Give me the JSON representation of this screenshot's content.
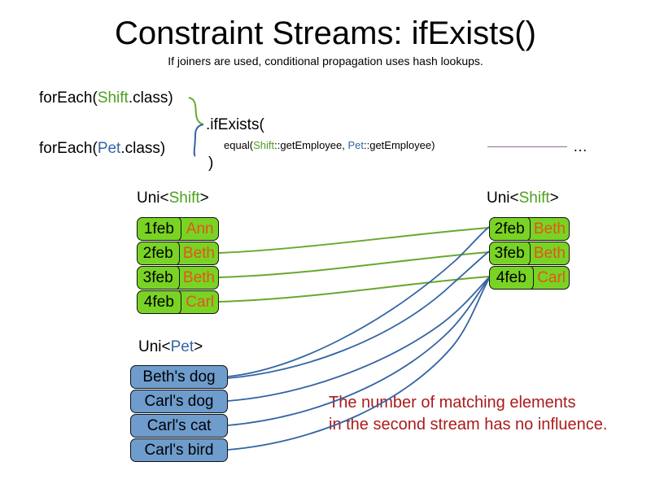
{
  "slide": {
    "title": "Constraint Streams: ifExists()",
    "subtitle": "If joiners are used, conditional propagation uses hash lookups."
  },
  "code": {
    "foreach_shift_prefix": "forEach(",
    "foreach_shift_type": "Shift",
    "foreach_shift_suffix": ".class)",
    "foreach_pet_prefix": "forEach(",
    "foreach_pet_type": "Pet",
    "foreach_pet_suffix": ".class)",
    "ifexists_open": ".ifExists(",
    "equal_prefix": "equal(",
    "equal_shift_type": "Shift",
    "equal_shift_method": "::getEmployee, ",
    "equal_pet_type": "Pet",
    "equal_pet_method": "::getEmployee)",
    "close_paren": ")",
    "ellipsis": "…"
  },
  "streams": {
    "shift_left": {
      "label_prefix": "Uni<",
      "label_type": "Shift",
      "label_suffix": ">",
      "rows": [
        {
          "date": "1feb",
          "name": "Ann"
        },
        {
          "date": "2feb",
          "name": "Beth"
        },
        {
          "date": "3feb",
          "name": "Beth"
        },
        {
          "date": "4feb",
          "name": "Carl"
        }
      ]
    },
    "shift_right": {
      "label_prefix": "Uni<",
      "label_type": "Shift",
      "label_suffix": ">",
      "rows": [
        {
          "date": "2feb",
          "name": "Beth"
        },
        {
          "date": "3feb",
          "name": "Beth"
        },
        {
          "date": "4feb",
          "name": "Carl"
        }
      ]
    },
    "pet": {
      "label_prefix": "Uni<",
      "label_type": "Pet",
      "label_suffix": ">",
      "rows": [
        {
          "name": "Beth's dog"
        },
        {
          "name": "Carl's dog"
        },
        {
          "name": "Carl's cat"
        },
        {
          "name": "Carl's bird"
        }
      ]
    }
  },
  "annotation": {
    "line1": "The number of matching elements",
    "line2": "in the second stream has no influence."
  },
  "colors": {
    "shift_green": "#79d324",
    "pet_blue": "#6e9ccd",
    "name_orange": "#e2561b",
    "annotation_red": "#ab1b1b",
    "wire_green": "#69a82e",
    "wire_blue": "#3465a4",
    "rule_purple": "#8f6f93",
    "type_green": "#4ca11e",
    "type_blue": "#3465a4"
  }
}
